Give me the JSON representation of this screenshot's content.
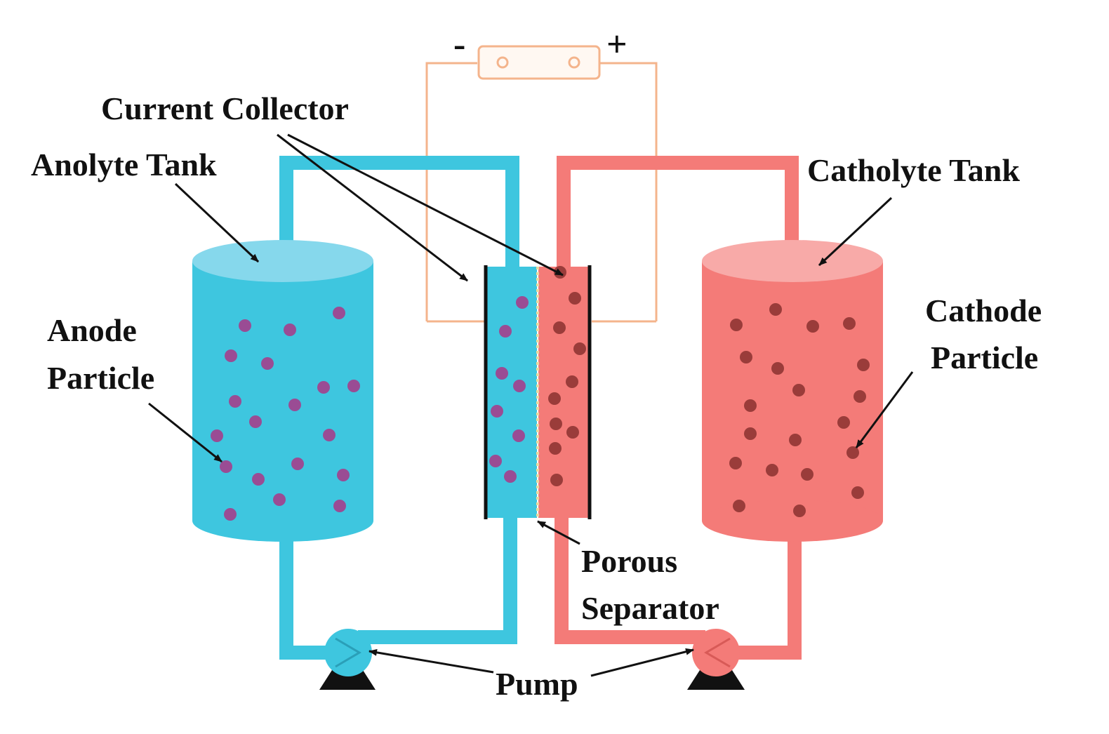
{
  "battery": {
    "negative": "-",
    "positive": "+"
  },
  "labels": {
    "current_collector": "Current Collector",
    "anolyte_tank": "Anolyte Tank",
    "catholyte_tank": "Catholyte Tank",
    "anode_particle_line1": "Anode",
    "anode_particle_line2": "Particle",
    "cathode_particle_line1": "Cathode",
    "cathode_particle_line2": "Particle",
    "porous_separator_line1": "Porous",
    "porous_separator_line2": "Separator",
    "pump": "Pump"
  },
  "colors": {
    "anolyte": "#3ec6df",
    "anolyte_top": "#86d8ec",
    "catholyte": "#f47b78",
    "catholyte_top": "#f8aaa8",
    "anode_particle": "#9a4c94",
    "cathode_particle": "#9a3c3a",
    "wire": "#f4b48c",
    "outline": "#111111"
  }
}
